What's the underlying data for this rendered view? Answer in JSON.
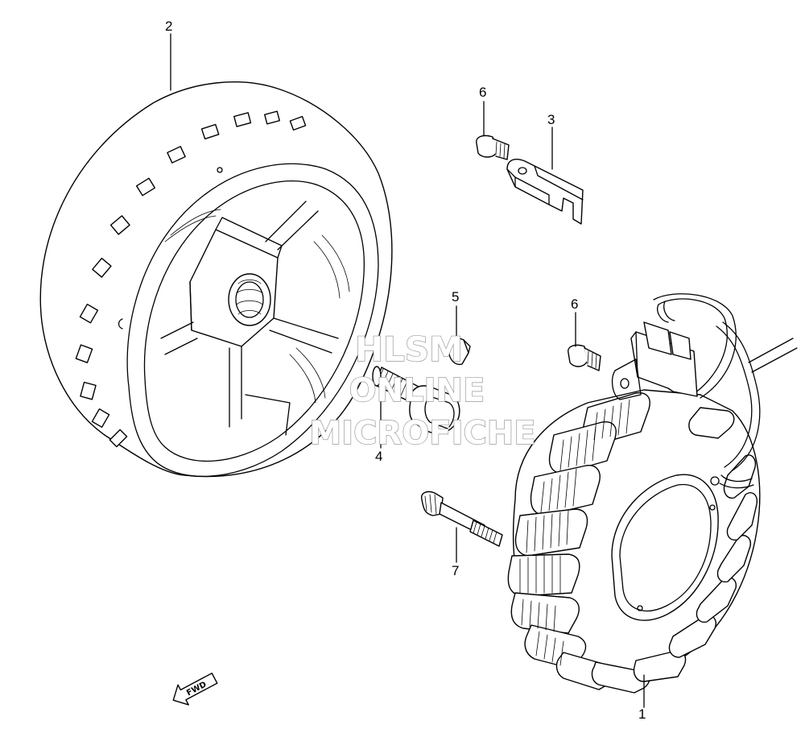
{
  "callouts": [
    {
      "label": "1",
      "part": "stator-coil"
    },
    {
      "label": "2",
      "part": "flywheel-rotor"
    },
    {
      "label": "3",
      "part": "bracket"
    },
    {
      "label": "4",
      "part": "flange-bolt"
    },
    {
      "label": "5",
      "part": "key"
    },
    {
      "label": "6",
      "part": "screw"
    },
    {
      "label": "6",
      "part": "screw"
    },
    {
      "label": "7",
      "part": "stator-bolt"
    }
  ],
  "watermark": {
    "line1": "HLSM",
    "line2": "ONLINE",
    "line3": "MICROFICHE"
  },
  "direction_indicator": {
    "label": "FWD",
    "icon": "fwd-arrow-icon"
  },
  "colors": {
    "line": "#000000",
    "background": "#ffffff",
    "watermark_outline": "#9a9a9a"
  }
}
